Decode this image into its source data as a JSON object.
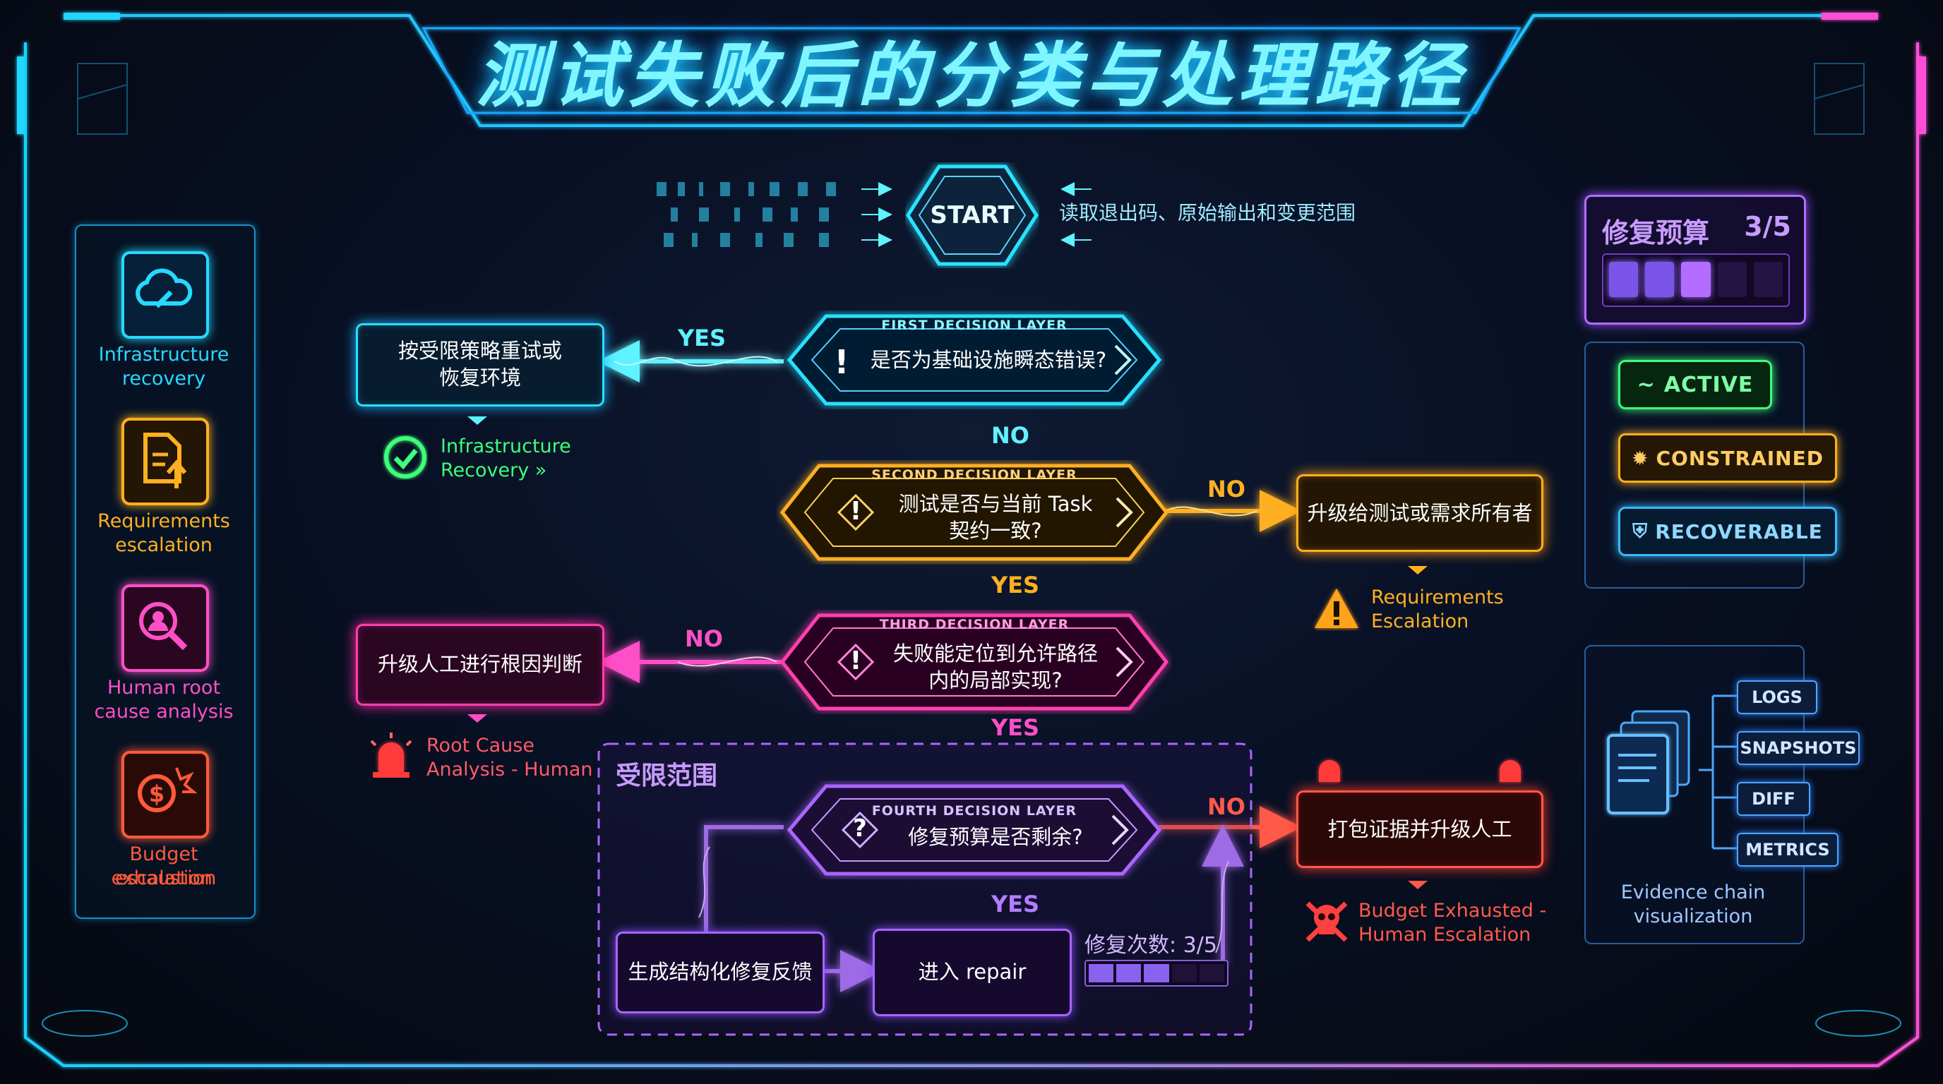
{
  "title": "测试失败后的分类与处理路径",
  "start": {
    "label": "START",
    "note": "读取退出码、原始输出和变更范围"
  },
  "decisions": [
    {
      "layer": "FIRST DECISION LAYER",
      "question": [
        "是否为基础设施瞬态错误?"
      ],
      "color": "#27e0ff",
      "icon": "exclamation-icon"
    },
    {
      "layer": "SECOND DECISION LAYER",
      "question": [
        "测试是否与当前 Task",
        "契约一致?"
      ],
      "color": "#ffb020",
      "icon": "exclamation-diamond-icon"
    },
    {
      "layer": "THIRD DECISION LAYER",
      "question": [
        "失败能定位到允许路径",
        "内的局部实现?"
      ],
      "color": "#ff3fae",
      "icon": "exclamation-diamond-icon"
    },
    {
      "layer": "FOURTH DECISION LAYER",
      "question": [
        "修复预算是否剩余?"
      ],
      "color": "#a865ff",
      "icon": "question-diamond-icon"
    }
  ],
  "branches": {
    "d1_yes": "YES",
    "d1_no": "NO",
    "d2_no": "NO",
    "d2_yes": "YES",
    "d3_no": "NO",
    "d3_yes": "YES",
    "d4_no": "NO",
    "d4_yes": "YES"
  },
  "outcomes": {
    "infra_box": [
      "按受限策略重试或",
      "恢复环境"
    ],
    "infra_caption": [
      "Infrastructure",
      "Recovery »"
    ],
    "req_box": "升级给测试或需求所有者",
    "req_caption": [
      "Requirements",
      "Escalation"
    ],
    "root_box": "升级人工进行根因判断",
    "root_caption": [
      "Root Cause",
      "Analysis - Human"
    ],
    "budget_box": "打包证据并升级人工",
    "budget_caption": [
      "Budget Exhausted -",
      "Human Escalation"
    ]
  },
  "limited_scope": {
    "label": "受限范围",
    "feedback_box": "生成结构化修复反馈",
    "repair_box": "进入 repair",
    "repair_count_label": "修复次数: 3/5",
    "repair_progress": 0.6
  },
  "left_panel": [
    {
      "label": [
        "Infrastructure",
        "recovery"
      ],
      "icon": "cloud-wrench-icon",
      "color": "#27d8ff"
    },
    {
      "label": [
        "Requirements",
        "escalation"
      ],
      "icon": "document-upload-icon",
      "color": "#ffb020"
    },
    {
      "label": [
        "Human root",
        "cause analysis"
      ],
      "icon": "magnifier-person-icon",
      "color": "#ff4fc8"
    },
    {
      "label": [
        "Budget exhaustion",
        "escalation"
      ],
      "icon": "money-explosion-icon",
      "color": "#ff5a3a"
    }
  ],
  "budget_panel": {
    "title": "修复预算",
    "value": "3/5",
    "used": 3,
    "total": 5
  },
  "status_badges": [
    {
      "label": "ACTIVE",
      "color": "#3dff7a",
      "icon": "heartbeat-icon"
    },
    {
      "label": "CONSTRAINED",
      "color": "#ffb020",
      "icon": "alarm-light-icon"
    },
    {
      "label": "RECOVERABLE",
      "color": "#3ab8ff",
      "icon": "shield-check-icon"
    }
  ],
  "evidence": {
    "chips": [
      "LOGS",
      "SNAPSHOTS",
      "DIFF",
      "METRICS"
    ],
    "caption": [
      "Evidence chain",
      "visualization"
    ],
    "icon": "documents-stack-icon"
  }
}
